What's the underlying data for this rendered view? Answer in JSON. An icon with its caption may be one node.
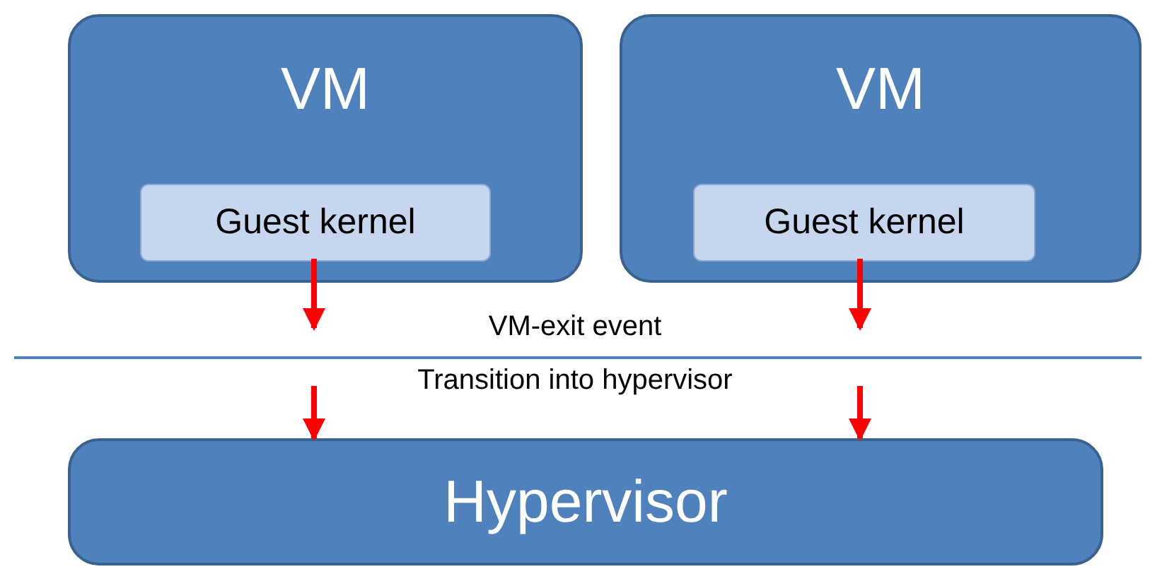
{
  "diagram": {
    "nodes": [
      {
        "text": [
          "VM"
        ]
      },
      {
        "text": [
          "Guest kernel"
        ],
        "in": 0
      },
      {
        "text": [
          "VM"
        ]
      },
      {
        "text": [
          "Guest kernel"
        ],
        "in": 2
      },
      {
        "text": [
          "Hypervisor"
        ]
      }
    ],
    "edges": [
      {
        "from": 1,
        "to": null,
        "arrow": "to",
        "color": "#ff0000"
      },
      {
        "from": 3,
        "to": null,
        "arrow": "to",
        "color": "#ff0000"
      },
      {
        "from": null,
        "to": 4,
        "arrow": "to",
        "color": "#ff0000"
      },
      {
        "from": null,
        "to": 4,
        "arrow": "to",
        "color": "#ff0000"
      }
    ],
    "labels": [
      "VM-exit event",
      "Transition into hypervisor"
    ]
  }
}
